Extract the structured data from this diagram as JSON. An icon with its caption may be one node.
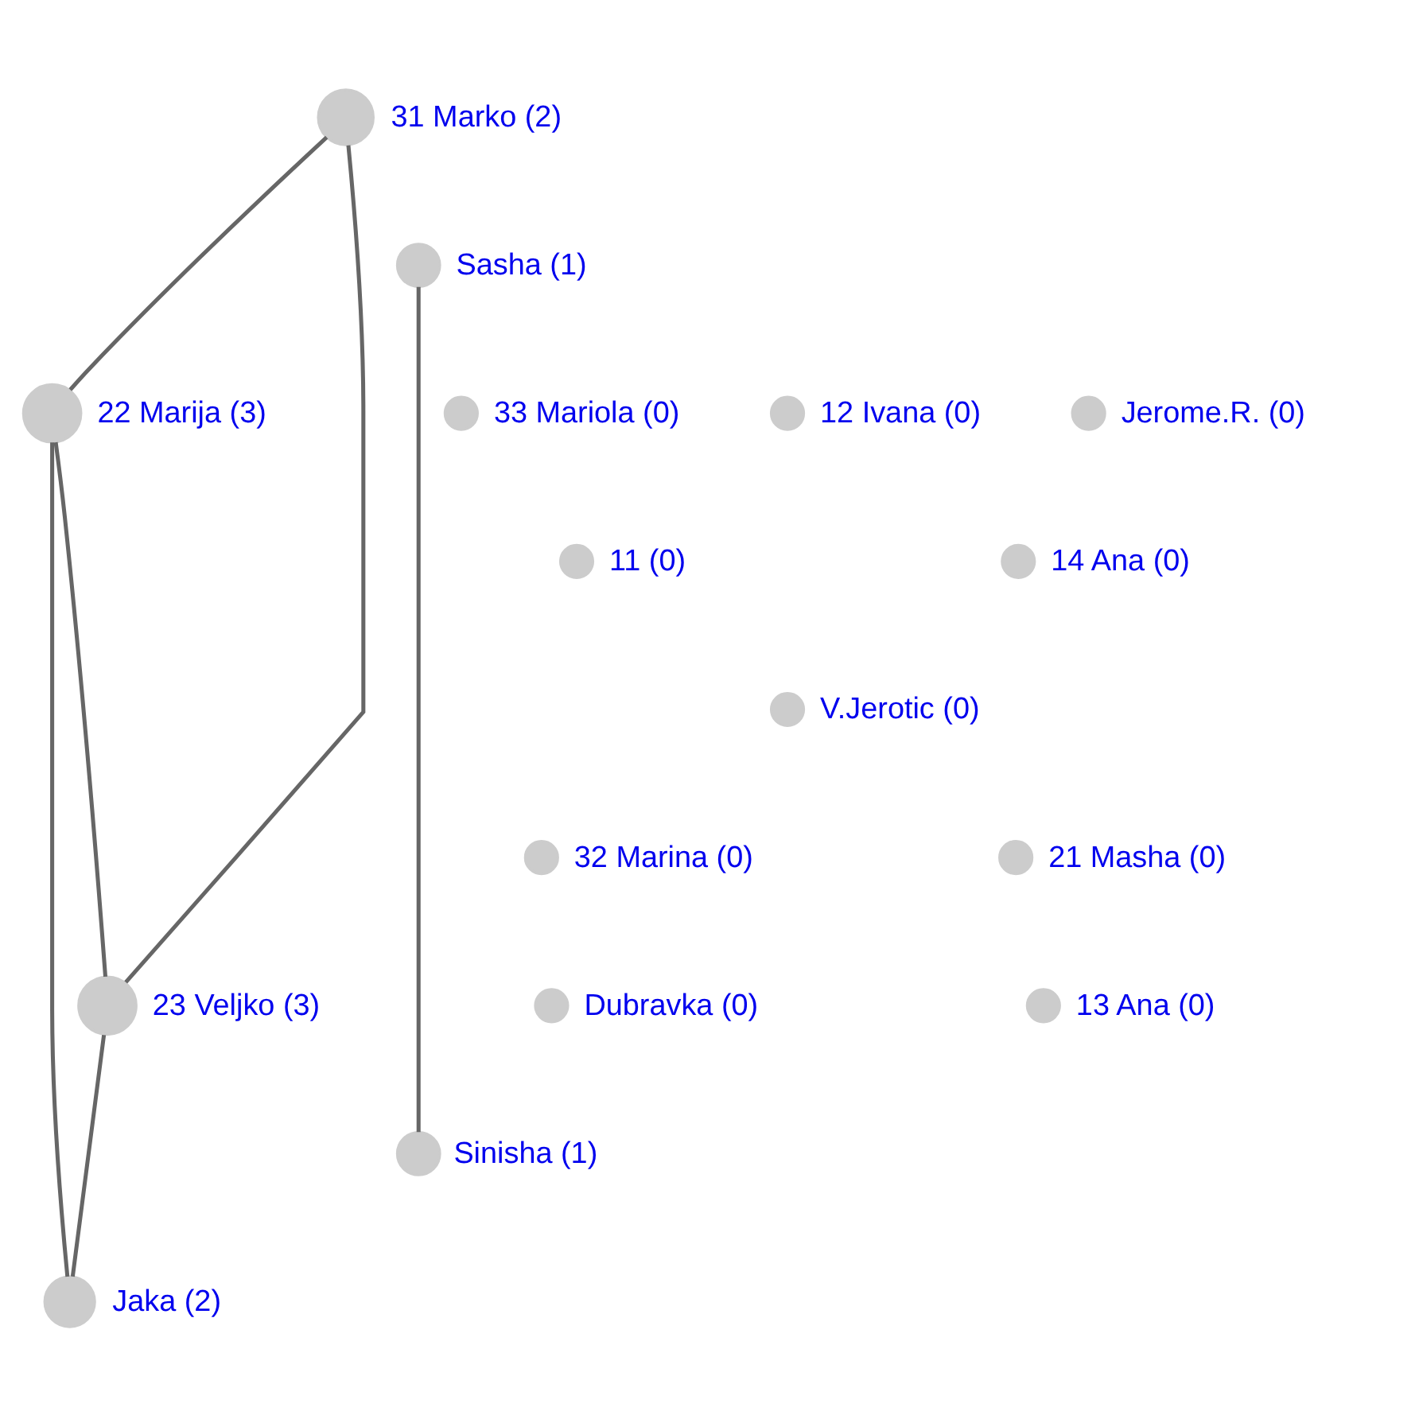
{
  "diagram": {
    "nodes": [
      {
        "text": [],
        "shape": "circle",
        "beside": [
          "31 Marko (2)"
        ]
      },
      {
        "text": [],
        "shape": "circle",
        "beside": [
          "Sasha (1)"
        ]
      },
      {
        "text": [],
        "shape": "circle",
        "beside": [
          "33 Mariola (0)"
        ]
      },
      {
        "text": [],
        "shape": "circle",
        "beside": [
          "22 Marija (3)"
        ]
      },
      {
        "text": [],
        "shape": "circle",
        "beside": [
          "12 Ivana (0)"
        ]
      },
      {
        "text": [],
        "shape": "circle",
        "beside": [
          "Jerome.R. (0)"
        ]
      },
      {
        "text": [],
        "shape": "circle",
        "beside": [
          "11 (0)"
        ]
      },
      {
        "text": [],
        "shape": "circle",
        "beside": [
          "14 Ana (0)"
        ]
      },
      {
        "text": [],
        "shape": "circle",
        "beside": [
          "V.Jerotic (0)"
        ]
      },
      {
        "text": [],
        "shape": "circle",
        "beside": [
          "32 Marina (0)"
        ]
      },
      {
        "text": [],
        "shape": "circle",
        "beside": [
          "21 Masha (0)"
        ]
      },
      {
        "text": [],
        "shape": "circle",
        "beside": [
          "23 Veljko (3)"
        ]
      },
      {
        "text": [],
        "shape": "circle",
        "beside": [
          "Dubravka (0)"
        ]
      },
      {
        "text": [],
        "shape": "circle",
        "beside": [
          "13 Ana (0)"
        ]
      },
      {
        "text": [],
        "shape": "circle",
        "beside": [
          "Sinisha (1)"
        ]
      },
      {
        "text": [],
        "shape": "circle",
        "beside": [
          "Jaka (2)"
        ]
      }
    ],
    "edges": [
      {
        "from": 0,
        "to": 3,
        "arrow": "none"
      },
      {
        "from": 0,
        "to": 11,
        "arrow": "none"
      },
      {
        "from": 1,
        "to": 14,
        "arrow": "none"
      },
      {
        "from": 3,
        "to": 11,
        "arrow": "none"
      },
      {
        "from": 3,
        "to": 15,
        "arrow": "none"
      },
      {
        "from": 11,
        "to": 15,
        "arrow": "none"
      }
    ]
  }
}
